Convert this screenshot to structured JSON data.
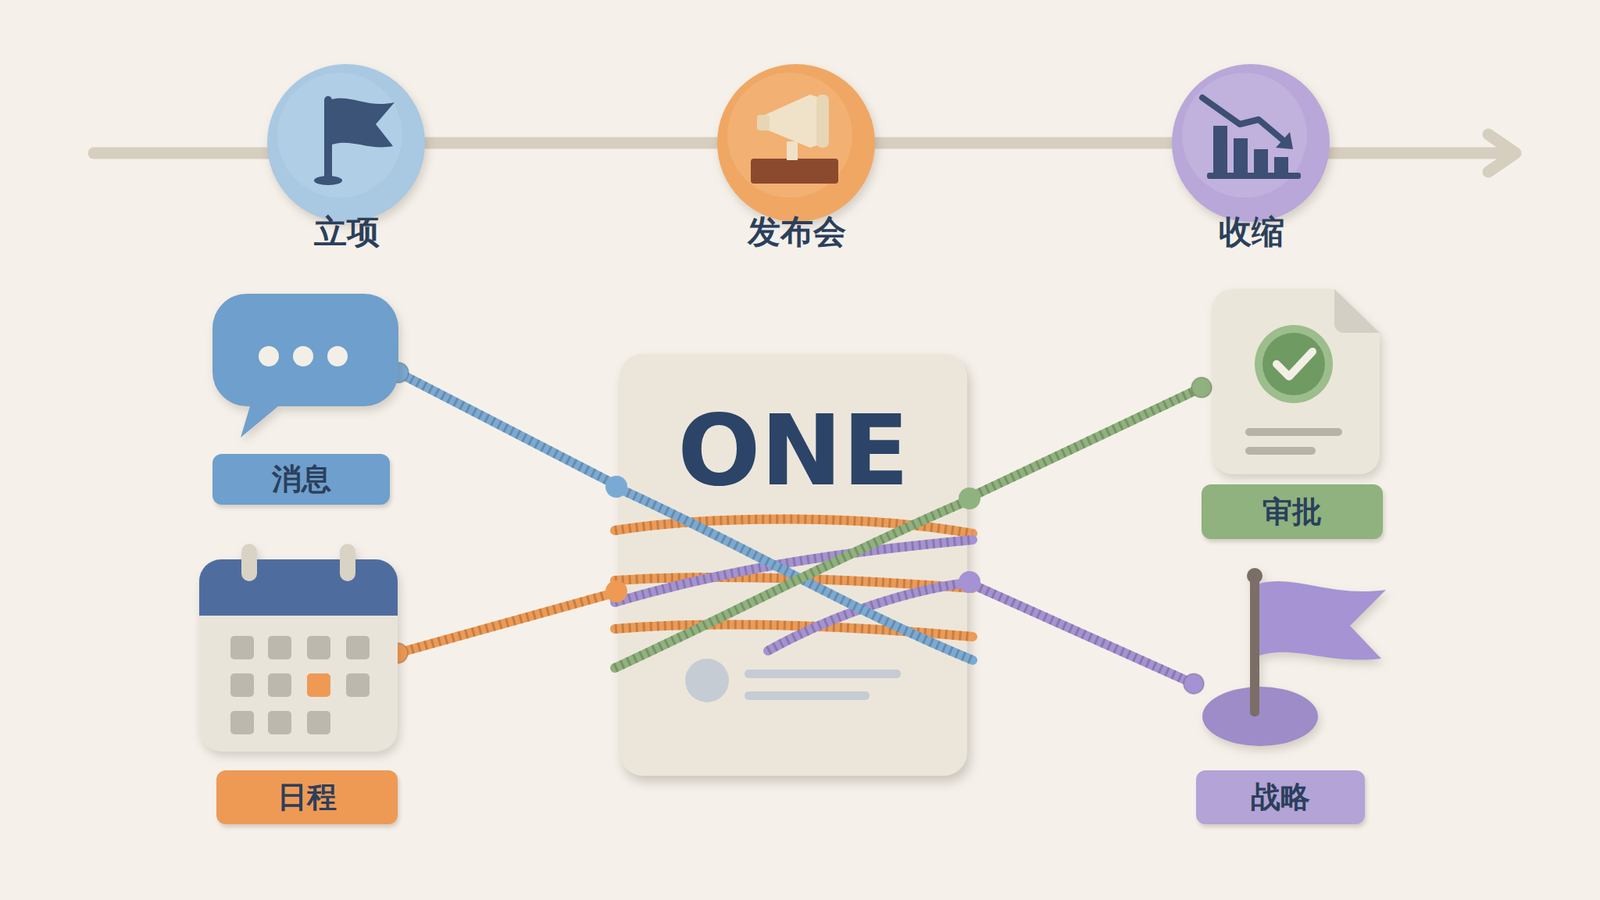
{
  "diagram": {
    "nodes": [
      {
        "text": [
          "立项"
        ]
      },
      {
        "text": [
          "发布会"
        ]
      },
      {
        "text": [
          "收缩"
        ]
      },
      {
        "text": [
          "消息"
        ]
      },
      {
        "text": [
          "ONE"
        ]
      },
      {
        "text": [
          "审批"
        ]
      },
      {
        "text": [
          "日程"
        ]
      },
      {
        "text": [
          "战略"
        ]
      }
    ],
    "edges": [
      {
        "from": 0,
        "to": 1,
        "arrow": "none"
      },
      {
        "from": 1,
        "to": 2,
        "arrow": "none"
      },
      {
        "from": 3,
        "to": 4,
        "arrow": "none"
      },
      {
        "from": 4,
        "to": 5,
        "arrow": "none"
      },
      {
        "from": 6,
        "to": 4,
        "arrow": "none"
      },
      {
        "from": 4,
        "to": 7,
        "arrow": "none"
      }
    ]
  }
}
